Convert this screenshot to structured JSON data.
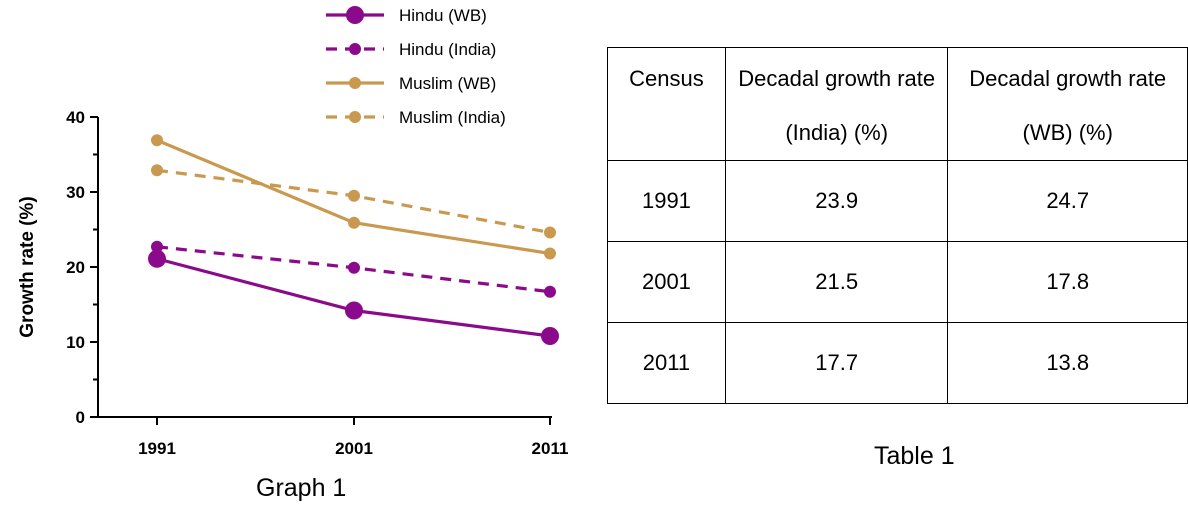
{
  "graph_caption": "Graph 1",
  "table_caption": "Table 1",
  "chart_data": {
    "type": "line",
    "title": "",
    "xlabel": "",
    "ylabel": "Growth rate (%)",
    "x": [
      1991,
      2001,
      2011
    ],
    "x_tick_labels": [
      "1991",
      "2001",
      "2011"
    ],
    "ylim": [
      0,
      40
    ],
    "y_ticks": [
      0,
      10,
      20,
      30,
      40
    ],
    "y_tick_labels": [
      "0",
      "10",
      "20",
      "30",
      "40"
    ],
    "grid": false,
    "legend_position": "top",
    "series": [
      {
        "name": "Hindu (WB)",
        "values": [
          21.1,
          14.2,
          10.8
        ],
        "color": "#8b0a8b",
        "dashed": false,
        "marker": "large"
      },
      {
        "name": "Hindu (India)",
        "values": [
          22.7,
          19.9,
          16.7
        ],
        "color": "#8b0a8b",
        "dashed": true,
        "marker": "small"
      },
      {
        "name": "Muslim (WB)",
        "values": [
          36.9,
          25.9,
          21.8
        ],
        "color": "#c9994f",
        "dashed": false,
        "marker": "small"
      },
      {
        "name": "Muslim (India)",
        "values": [
          32.9,
          29.5,
          24.6
        ],
        "color": "#c9994f",
        "dashed": true,
        "marker": "small"
      }
    ]
  },
  "table": {
    "headers": [
      "Census",
      "Decadal growth rate (India) (%)",
      "Decadal growth rate (WB) (%)"
    ],
    "rows": [
      [
        "1991",
        "23.9",
        "24.7"
      ],
      [
        "2001",
        "21.5",
        "17.8"
      ],
      [
        "2011",
        "17.7",
        "13.8"
      ]
    ]
  }
}
